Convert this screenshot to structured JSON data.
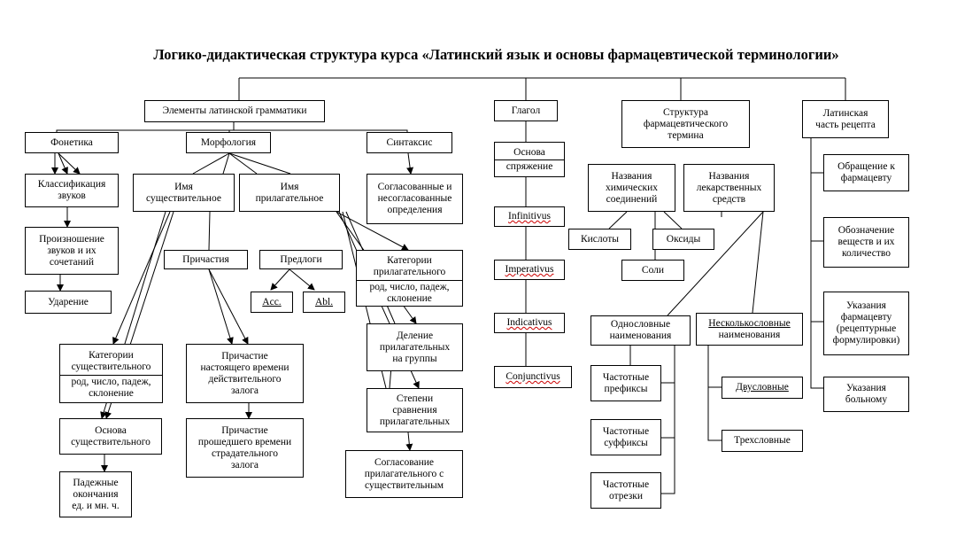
{
  "title": "Логико-дидактическая структура курса «Латинский язык и основы фармацевтической терминологии»",
  "nodes": {
    "grammar": "Элементы латинской грамматики",
    "phonetics": "Фонетика",
    "sound_class_1": "Классификация",
    "sound_class_2": "звуков",
    "pron_1": "Произношение",
    "pron_2": "звуков и их",
    "pron_3": "сочетаний",
    "stress": "Ударение",
    "morphology": "Морфология",
    "noun_1": "Имя",
    "noun_2": "существительное",
    "adj_1": "Имя",
    "adj_2": "прилагательное",
    "participles": "Причастия",
    "prepositions": "Предлоги",
    "acc": "Acc.",
    "abl": "Abl.",
    "noun_cat_1": "Категории",
    "noun_cat_2": "существительного",
    "noun_cat_3": "род, число, падеж,",
    "noun_cat_4": "склонение",
    "noun_stem_1": "Основа",
    "noun_stem_2": "существительного",
    "endings_1": "Падежные",
    "endings_2": "окончания",
    "endings_3": "ед. и мн. ч.",
    "pres_part_1": "Причастие",
    "pres_part_2": "настоящего времени",
    "pres_part_3": "действительного",
    "pres_part_4": "залога",
    "past_part_1": "Причастие",
    "past_part_2": "прошедшего времени",
    "past_part_3": "страдательного",
    "past_part_4": "залога",
    "syntax": "Синтаксис",
    "agree_def_1": "Согласованные и",
    "agree_def_2": "несогласованные",
    "agree_def_3": "определения",
    "adj_cat_1": "Категории",
    "adj_cat_2": "прилагательного",
    "adj_cat_3": "род, число, падеж,",
    "adj_cat_4": "склонение",
    "adj_groups_1": "Деление",
    "adj_groups_2": "прилагательных",
    "adj_groups_3": "на группы",
    "degrees_1": "Степени",
    "degrees_2": "сравнения",
    "degrees_3": "прилагательных",
    "agreement_1": "Согласование",
    "agreement_2": "прилагательного с",
    "agreement_3": "существительным",
    "verb": "Глагол",
    "verb_stem_1": "Основа",
    "verb_stem_2": "спряжение",
    "infinitivus": "Infinitivus",
    "imperativus": "Imperativus",
    "indicativus": "Indicativus",
    "conjunctivus": "Conjunctivus",
    "term_struct_1": "Структура",
    "term_struct_2": "фармацевтического",
    "term_struct_3": "термина",
    "chem_1": "Названия",
    "chem_2": "химических",
    "chem_3": "соединений",
    "drug_1": "Названия",
    "drug_2": "лекарственных",
    "drug_3": "средств",
    "acids": "Кислоты",
    "oxides": "Оксиды",
    "salts": "Соли",
    "oneword_1": "Однословные",
    "oneword_2": "наименования",
    "multiword_1": "Несколькословные",
    "multiword_2": "наименования",
    "prefixes_1": "Частотные",
    "prefixes_2": "префиксы",
    "suffixes_1": "Частотные",
    "suffixes_2": "суффиксы",
    "segments_1": "Частотные",
    "segments_2": "отрезки",
    "twoword": "Двусловные",
    "threeword": "Трехсловные",
    "recipe_1": "Латинская",
    "recipe_2": "часть рецепта",
    "address_1": "Обращение к",
    "address_2": "фармацевту",
    "designation_1": "Обозначение",
    "designation_2": "веществ и их",
    "designation_3": "количество",
    "pharm_instr_1": "Указания",
    "pharm_instr_2": "фармацевту",
    "pharm_instr_3": "(рецептурные",
    "pharm_instr_4": "формулировки)",
    "patient_instr_1": "Указания",
    "patient_instr_2": "больному"
  }
}
